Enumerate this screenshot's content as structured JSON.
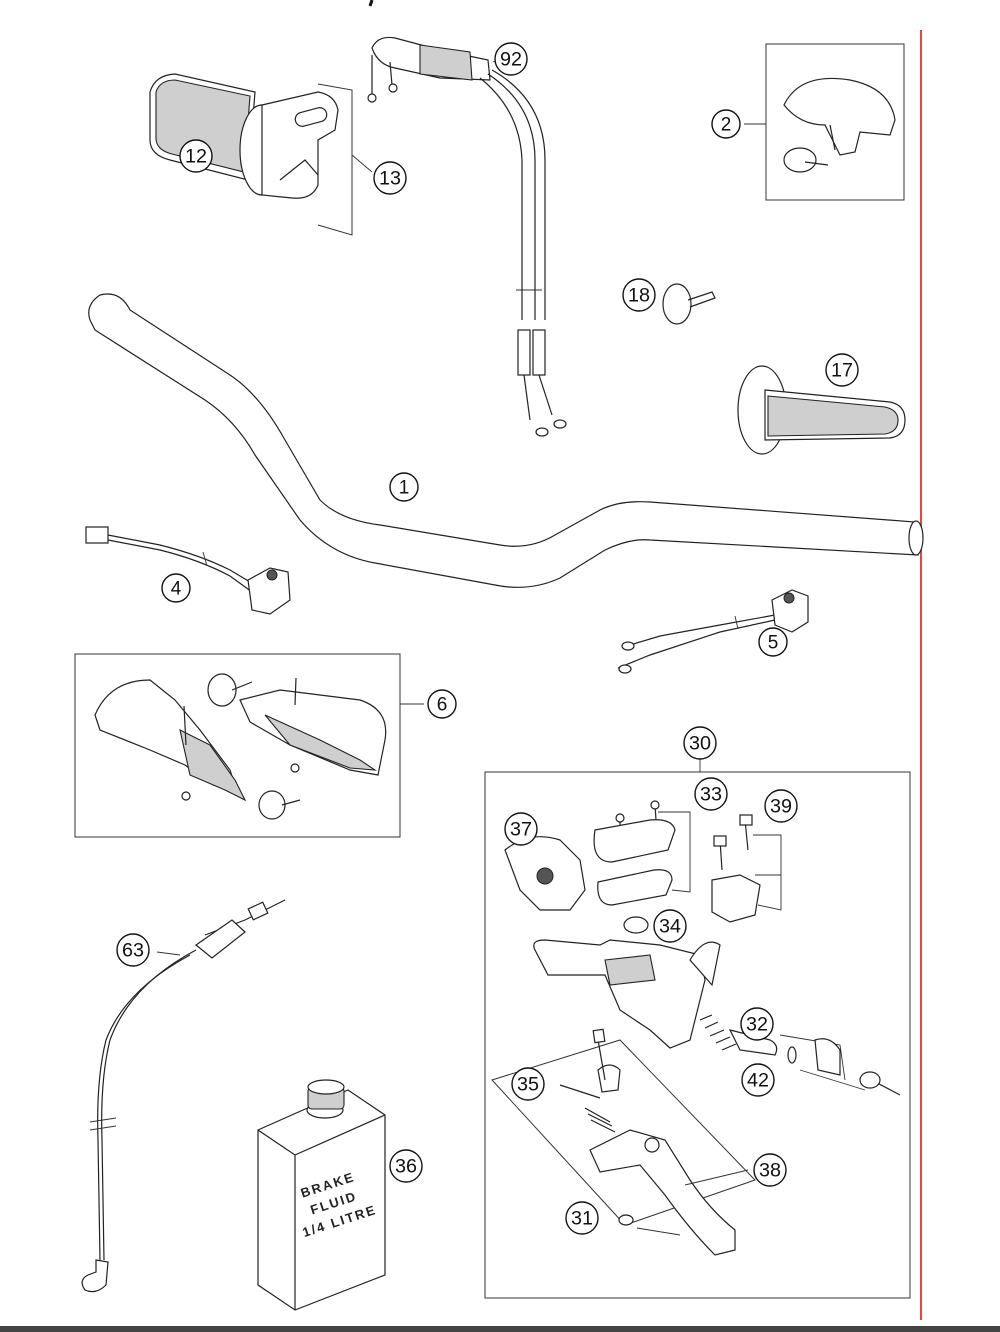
{
  "callouts": [
    {
      "id": "1",
      "label": "1"
    },
    {
      "id": "2",
      "label": "2"
    },
    {
      "id": "4",
      "label": "4"
    },
    {
      "id": "5",
      "label": "5"
    },
    {
      "id": "6",
      "label": "6"
    },
    {
      "id": "12",
      "label": "12"
    },
    {
      "id": "13",
      "label": "13"
    },
    {
      "id": "17",
      "label": "17"
    },
    {
      "id": "18",
      "label": "18"
    },
    {
      "id": "30",
      "label": "30"
    },
    {
      "id": "31",
      "label": "31"
    },
    {
      "id": "32",
      "label": "32"
    },
    {
      "id": "33",
      "label": "33"
    },
    {
      "id": "34",
      "label": "34"
    },
    {
      "id": "35",
      "label": "35"
    },
    {
      "id": "36",
      "label": "36"
    },
    {
      "id": "37",
      "label": "37"
    },
    {
      "id": "38",
      "label": "38"
    },
    {
      "id": "39",
      "label": "39"
    },
    {
      "id": "42",
      "label": "42"
    },
    {
      "id": "63",
      "label": "63"
    },
    {
      "id": "92",
      "label": "92"
    }
  ],
  "fluid_label": {
    "line1": "BRAKE",
    "line2": "FLUID",
    "line3": "1/4 LITRE"
  },
  "colors": {
    "margin_line": "#e8483c",
    "bottom_bar": "#444444"
  }
}
